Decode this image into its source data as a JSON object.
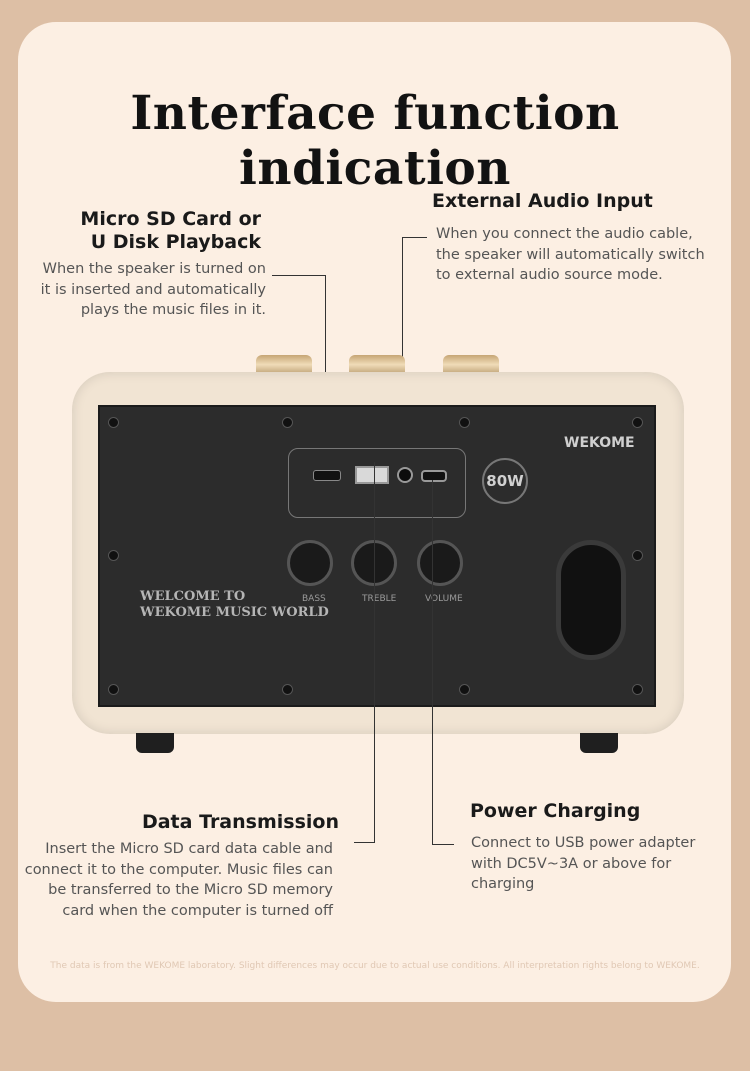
{
  "title": "Interface function indication",
  "sd": {
    "heading_line1": "Micro SD Card or",
    "heading_line2": "U Disk Playback",
    "desc_line1": "When the speaker is turned on",
    "desc_line2": "it is inserted and automatically",
    "desc_line3": "plays the music files in it."
  },
  "aux": {
    "heading": "External Audio Input",
    "desc_line1": "When you connect the audio cable,",
    "desc_line2": "the speaker will automatically switch",
    "desc_line3": "to external audio source mode."
  },
  "data_transmission": {
    "heading": "Data Transmission",
    "desc_line1": "Insert the Micro SD card data cable and",
    "desc_line2": "connect it to the computer. Music files can",
    "desc_line3": "be transferred to the Micro SD memory",
    "desc_line4": "card when the computer is turned off"
  },
  "power": {
    "heading": "Power Charging",
    "desc_line1": "Connect to USB power adapter",
    "desc_line2": "with DC5V~3A or above for charging"
  },
  "speaker": {
    "brand": "WEKOME",
    "watt_badge": "80W",
    "welcome_line1": "WELCOME TO",
    "welcome_line2": "WEKOME MUSIC WORLD",
    "knob_bass": "BASS",
    "knob_treble": "TREBLE",
    "knob_volume": "VOLUME"
  },
  "footnote": "The data is from the WEKOME laboratory. Slight differences may occur due to actual use conditions. All interpretation rights belong to WEKOME."
}
